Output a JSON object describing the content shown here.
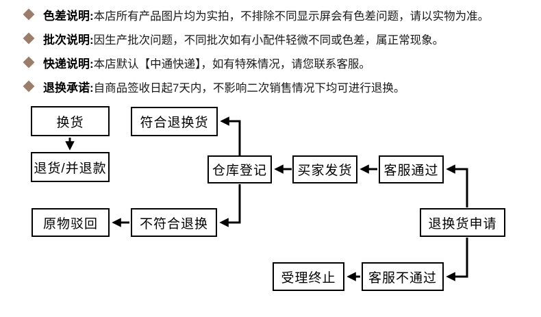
{
  "notes": {
    "bullet_color": "#9b7d6b",
    "items": [
      {
        "label": "色差说明:",
        "text": " 本店所有产品图片均为实拍，不排除不同显示屏会有色差问题，请以实物为准。"
      },
      {
        "label": "批次说明:",
        "text": " 因生产批次问题，不同批次如有小配件轻微不同或色差，属正常现象。"
      },
      {
        "label": "快递说明:",
        "text": " 本店默认【中通快递】，如有特殊情况，请您联系客服。"
      },
      {
        "label": "退换承诺:",
        "text": "自商品签收日起7天内，不影响二次销售情况下均可进行退换。"
      }
    ]
  },
  "flowchart": {
    "line_color": "#000000",
    "boxes": [
      {
        "id": "exchange",
        "label": "换货"
      },
      {
        "id": "qualified",
        "label": "符合退换货"
      },
      {
        "id": "return-refund",
        "label": "退货/并退款"
      },
      {
        "id": "warehouse-log",
        "label": "仓库登记"
      },
      {
        "id": "buyer-ship",
        "label": "买家发货"
      },
      {
        "id": "cs-approved",
        "label": "客服通过"
      },
      {
        "id": "reject-back",
        "label": "原物驳回"
      },
      {
        "id": "not-qualified",
        "label": "不符合退换"
      },
      {
        "id": "apply",
        "label": "退换货申请"
      },
      {
        "id": "terminate",
        "label": "受理终止"
      },
      {
        "id": "cs-rejected",
        "label": "客服不通过"
      }
    ]
  }
}
